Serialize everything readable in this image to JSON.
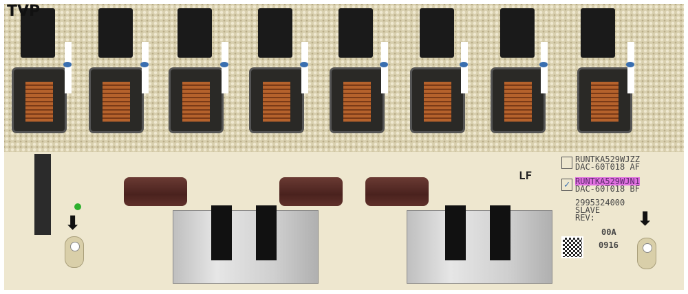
{
  "watermark": "TVP",
  "board": {
    "variant_a": {
      "part": "RUNTKA529WJZZ",
      "model": "DAC-60T018 AF",
      "checked": false
    },
    "variant_b": {
      "part": "RUNTKA529WJN1",
      "model": "DAC-60T018 BF",
      "checked": true
    },
    "serial": "2995324000",
    "role": "SLAVE",
    "rev_label": "REV:",
    "rev_value": "00A",
    "date_code": "0916",
    "lf_mark": "LF",
    "highlight_color": "#e070e0",
    "board_color": "#eee7cf"
  }
}
